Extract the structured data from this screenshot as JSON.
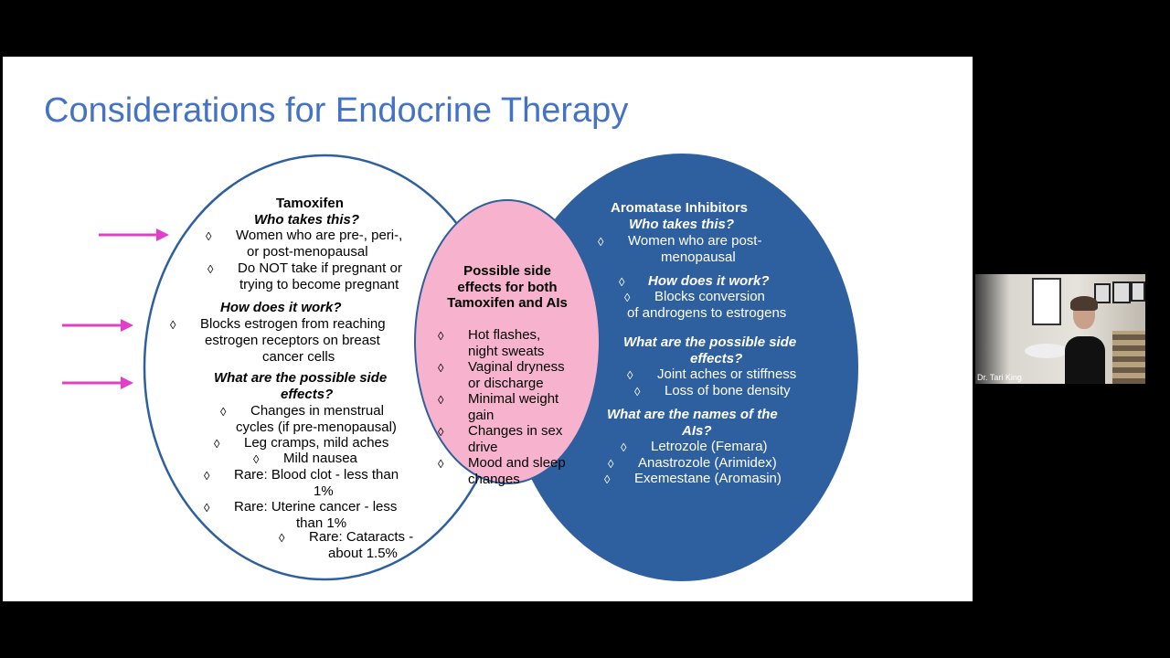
{
  "slide": {
    "title": "Considerations for Endocrine Therapy",
    "tamoxifen": {
      "heading": "Tamoxifen",
      "who_q": "Who takes this?",
      "who_1a": "Women who are pre-, peri-,",
      "who_1b": "or post-menopausal",
      "who_2a": "Do NOT take if pregnant or",
      "who_2b": "trying to become pregnant",
      "how_q": "How does it work?",
      "how_1a": "Blocks estrogen from reaching",
      "how_1b": "estrogen receptors on breast",
      "how_1c": "cancer cells",
      "side_q_a": "What are the possible side",
      "side_q_b": "effects?",
      "side_1a": "Changes in menstrual",
      "side_1b": "cycles (if pre-menopausal)",
      "side_2": "Leg cramps, mild aches",
      "side_3": "Mild nausea",
      "side_4a": "Rare: Blood clot - less than",
      "side_4b": "1%",
      "side_5a": "Rare: Uterine cancer - less",
      "side_5b": "than 1%",
      "side_6a": "Rare: Cataracts -",
      "side_6b": "about 1.5%"
    },
    "both": {
      "heading_a": "Possible side",
      "heading_b": "effects for both",
      "heading_c": "Tamoxifen and AIs",
      "e1a": "Hot flashes,",
      "e1b": "night sweats",
      "e2a": "Vaginal dryness",
      "e2b": "or discharge",
      "e3a": "Minimal weight",
      "e3b": "gain",
      "e4a": "Changes in sex",
      "e4b": "drive",
      "e5a": "Mood and sleep",
      "e5b": "changes"
    },
    "ais": {
      "heading": "Aromatase Inhibitors",
      "who_q": "Who takes this?",
      "who_1a": "Women who are post-",
      "who_1b": "menopausal",
      "how_q": "How does it work?",
      "how_1a": "Blocks conversion",
      "how_1b": "of androgens to estrogens",
      "side_q_a": "What are the possible side",
      "side_q_b": "effects?",
      "side_1": "Joint aches or stiffness",
      "side_2": "Loss of bone density",
      "names_q_a": "What are the names of the",
      "names_q_b": "AIs?",
      "name_1": "Letrozole (Femara)",
      "name_2": "Anastrozole (Arimidex)",
      "name_3": "Exemestane (Aromasin)"
    },
    "bullet": "◊"
  },
  "video": {
    "speaker_name": "Dr. Tari King"
  },
  "colors": {
    "title": "#4472c4",
    "right_circle": "#2e5f9e",
    "overlap": "#f7b3cd",
    "arrow": "#e040c8"
  }
}
